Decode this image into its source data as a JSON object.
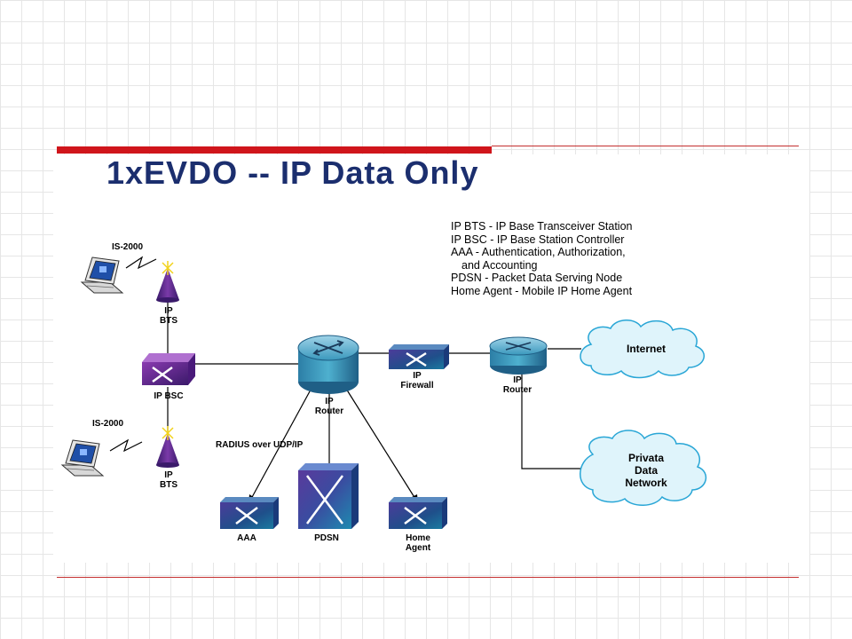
{
  "title": "1xEVDO -- IP Data Only",
  "legend": [
    "IP BTS -  IP Base Transceiver Station",
    "IP BSC -  IP Base Station Controller",
    "AAA - Authentication, Authorization,",
    "and Accounting",
    "PDSN - Packet Data Serving Node",
    "Home Agent -  Mobile IP Home Agent"
  ],
  "labels": {
    "is2000_top": "IS-2000",
    "is2000_bottom": "IS-2000",
    "bts_top": [
      "IP",
      "BTS"
    ],
    "bts_bottom": [
      "IP",
      "BTS"
    ],
    "bsc": "IP BSC",
    "router_main": [
      "IP",
      "Router"
    ],
    "firewall": [
      "IP",
      "Firewall"
    ],
    "router_right": [
      "IP",
      "Router"
    ],
    "radius": "RADIUS over UDP/IP",
    "aaa": "AAA",
    "pdsn": "PDSN",
    "home_agent": [
      "Home",
      "Agent"
    ]
  },
  "clouds": {
    "internet": "Internet",
    "private": [
      "Privata",
      "Data",
      "Network"
    ]
  },
  "colors": {
    "title": "#1b2e6e",
    "accent_rule": "#d0151b",
    "router": "#2e8fb0",
    "device": "#2a3a8a",
    "bts": "#5a2a86",
    "cloud": "#dff4fb"
  }
}
